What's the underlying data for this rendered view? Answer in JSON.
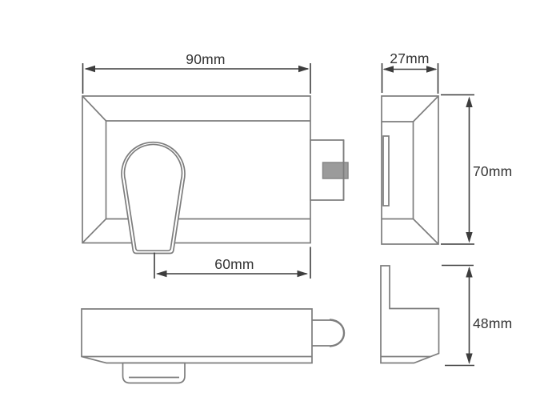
{
  "diagram": {
    "dimensions": {
      "front_width": "90mm",
      "front_backset": "60mm",
      "side_depth": "27mm",
      "side_height": "70mm",
      "keep_height": "48mm"
    }
  },
  "colors": {
    "background": "#ffffff",
    "outline_color": "#7d7d7d",
    "dimension_color": "#3d3d3d",
    "text_color": "#333333",
    "button_fill": "#9b9b9b",
    "button_stroke": "#868686"
  }
}
